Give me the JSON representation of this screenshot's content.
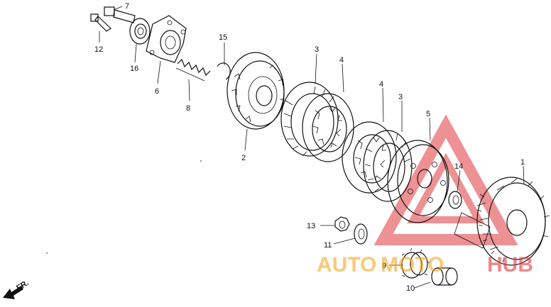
{
  "diagram": {
    "callouts": [
      {
        "id": "7",
        "text": "7"
      },
      {
        "id": "12",
        "text": "12"
      },
      {
        "id": "16",
        "text": "16"
      },
      {
        "id": "6",
        "text": "6"
      },
      {
        "id": "15",
        "text": "15"
      },
      {
        "id": "8",
        "text": "8"
      },
      {
        "id": "2",
        "text": "2"
      },
      {
        "id": "3a",
        "text": "3"
      },
      {
        "id": "4a",
        "text": "4"
      },
      {
        "id": "4b",
        "text": "4"
      },
      {
        "id": "3b",
        "text": "3"
      },
      {
        "id": "5",
        "text": "5"
      },
      {
        "id": "14",
        "text": "14"
      },
      {
        "id": "1",
        "text": "1"
      },
      {
        "id": "13",
        "text": "13"
      },
      {
        "id": "11",
        "text": "11"
      },
      {
        "id": "9",
        "text": "9"
      },
      {
        "id": "10",
        "text": "10"
      }
    ],
    "direction_label": "FR.",
    "watermark": {
      "text_left": "AUTO",
      "text_mid": "MOTO",
      "text_right": "HUB",
      "color_orange": "#f5a623",
      "color_red": "#e0393e"
    }
  }
}
